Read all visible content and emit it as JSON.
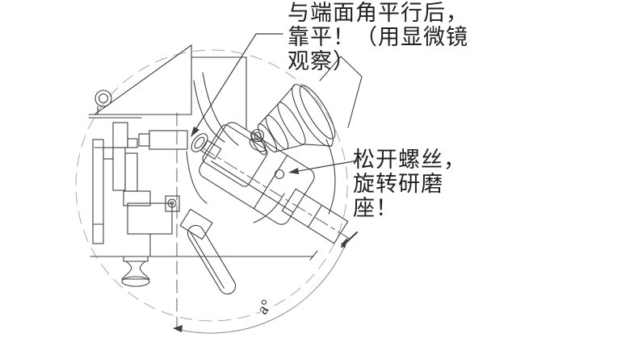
{
  "figure": {
    "background": "#ffffff",
    "line_color": "#3f3f3f",
    "phantom_color": "#a8a8a8",
    "centerline_color": "#6b6b6b",
    "text_color": "#1f1f1f"
  },
  "callouts": {
    "align_note": {
      "line1": "与端面角平行后，",
      "line2": "靠平！（用显微镜",
      "line3": "观察）"
    },
    "screw_note": {
      "line1": "松开螺丝，",
      "line2": "旋转研磨",
      "line3": "座！"
    },
    "angle_label": "a°"
  }
}
